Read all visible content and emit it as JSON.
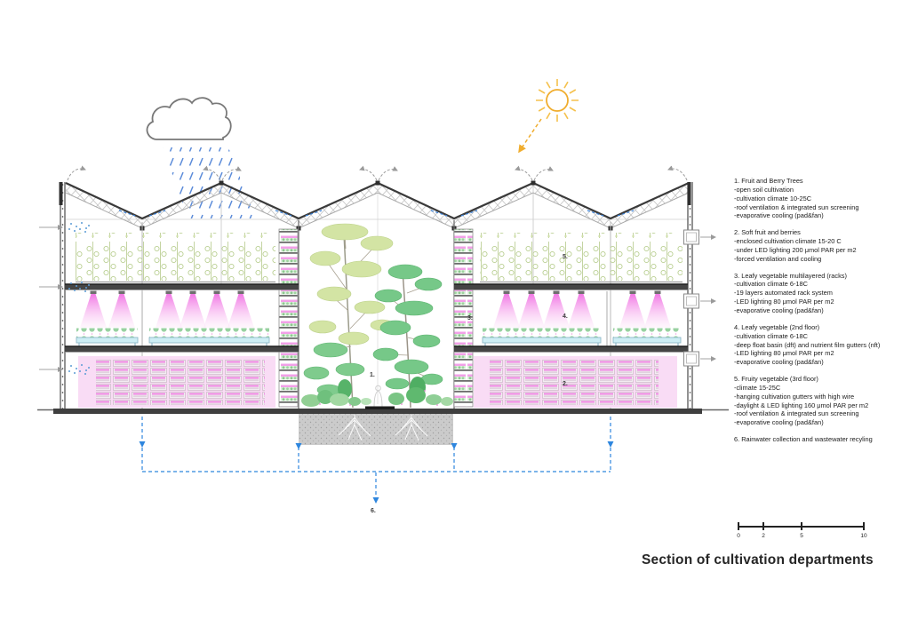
{
  "title": "Section of cultivation departments",
  "legend": {
    "items": [
      {
        "text": "1. Fruit and Berry Trees\n-open soil cultivation\n-cultivation climate 10-25C\n-roof ventilation & integrated sun screening\n-evaporative cooling (pad&fan)"
      },
      {
        "text": "2. Soft fruit and berries\n-enclosed cultivation climate 15-20 C\n-under LED lighting 200 μmol PAR per m2\n-forced ventilation and cooling"
      },
      {
        "text": "3. Leafy vegetable multilayered (racks)\n-cultivation climate 6-18C\n-19 layers automated rack system\n-LED lighting 80 μmol PAR per m2\n-evaporative cooling (pad&fan)"
      },
      {
        "text": "4. Leafy vegetable (2nd floor)\n-cultivation climate 6-18C\n-deep float basin (dft) and nutrient film gutters (nft)\n-LED lighting 80 μmol PAR per m2\n-evaporative cooling (pad&fan)"
      },
      {
        "text": "5. Fruity vegetable (3rd floor)\n-climate 15-25C\n-hanging cultivation gutters with high wire\n-daylight & LED lighting 160 μmol PAR per m2\n-roof ventilation & integrated sun screening\n-evaporative cooling (pad&fan)"
      },
      {
        "text": "6. Rainwater collection and wastewater recyling"
      }
    ]
  },
  "diagram_labels": {
    "fruit_trees": "1.",
    "soft_fruit": "2.",
    "rack_tower": "3.",
    "leafy_2nd": "4.",
    "fruity_3rd": "5.",
    "rainwater": "6."
  },
  "scale_bar": {
    "ticks": [
      "0",
      "2",
      "5",
      "10"
    ]
  },
  "colors": {
    "led_pink": "#ef5fe0",
    "glow_pink": "#f9dcf5",
    "plant_green": "#8cc88f",
    "tree_light_green": "#d3e4a4",
    "tree_green": "#76c888",
    "rain_blue": "#5b8bd9",
    "collection_blue": "#2e86de",
    "sun_gold": "#f0ad2e",
    "structure_gray": "#3a3a3a"
  }
}
